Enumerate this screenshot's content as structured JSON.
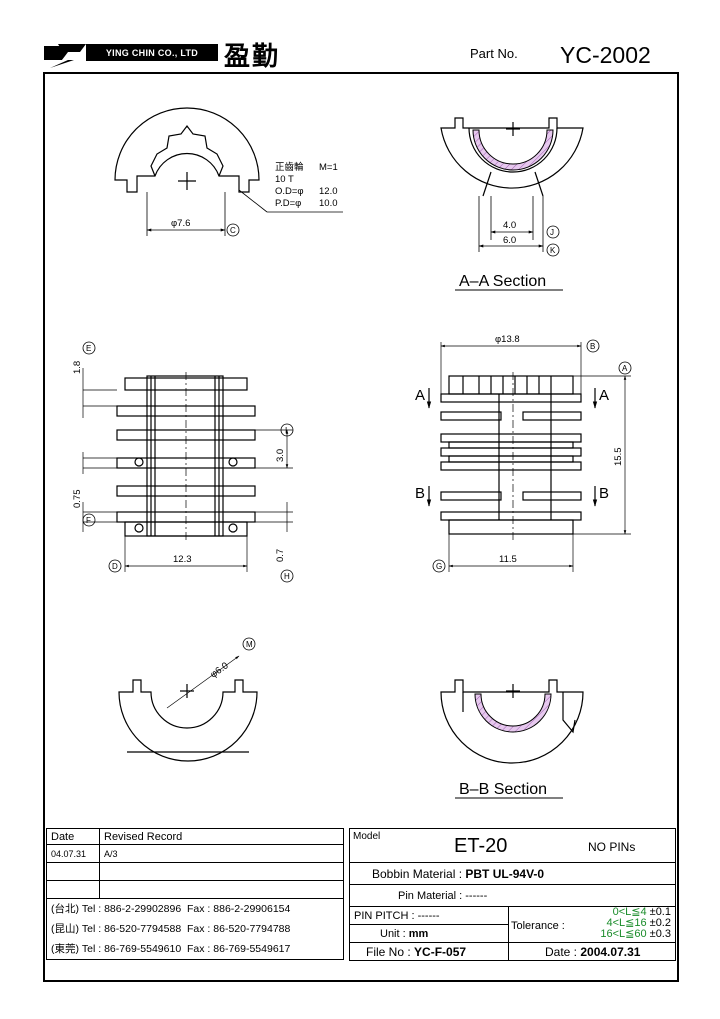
{
  "header": {
    "company_en": "YING CHIN CO., LTD",
    "company_cn": "盈勤",
    "part_no_label": "Part No.",
    "part_no": "YC-2002"
  },
  "views": {
    "top": {
      "gear_title": "正齒輪",
      "module": "M=1",
      "teeth": "10  T",
      "od_label": "O.D=φ",
      "od_value": "12.0",
      "pd_label": "P.D=φ",
      "pd_value": "10.0",
      "dim_c": "φ7.6",
      "mark_c": "C"
    },
    "section_a": {
      "dim_j": "4.0",
      "dim_k": "6.0",
      "mark_j": "J",
      "mark_k": "K",
      "title": "A–A  Section"
    },
    "front": {
      "dim_e": "1.8",
      "dim_f": "0.75",
      "dim_i": "3.0",
      "dim_h": "0.7",
      "dim_d": "12.3",
      "mark_e": "E",
      "mark_f": "F",
      "mark_i": "I",
      "mark_h": "H",
      "mark_d": "D"
    },
    "side": {
      "dim_b": "φ13.8",
      "dim_a": "15.5",
      "dim_g": "11.5",
      "mark_b": "B",
      "mark_a": "A",
      "mark_g": "G",
      "cut_a": "A",
      "cut_b": "B"
    },
    "bottom": {
      "dim_m": "φ6.0",
      "mark_m": "M"
    },
    "section_b": {
      "title": "B–B  Section"
    }
  },
  "revision": {
    "date_header": "Date",
    "record_header": "Revised  Record",
    "rows": [
      {
        "date": "04.07.31",
        "record": "A/3"
      },
      {
        "date": "",
        "record": ""
      },
      {
        "date": "",
        "record": ""
      }
    ],
    "contacts": [
      {
        "city": "(台北)",
        "tel": "Tel : 886-2-29902896",
        "fax": "Fax : 886-2-29906154"
      },
      {
        "city": "(昆山)",
        "tel": "Tel : 86-520-7794588",
        "fax": "Fax : 86-520-7794788"
      },
      {
        "city": "(東莞)",
        "tel": "Tel : 86-769-5549610",
        "fax": "Fax : 86-769-5549617"
      }
    ]
  },
  "spec": {
    "model_label": "Model",
    "model": "ET-20",
    "pins": "NO PINs",
    "bobbin_label": "Bobbin  Material :",
    "bobbin": "PBT UL-94V-0",
    "pin_mat_label": "Pin  Material :",
    "pin_mat": "------",
    "pitch_label": "PIN  PITCH :",
    "pitch": "------",
    "tolerance_label": "Tolerance :",
    "tol1_range": "0<L≦4",
    "tol1": "±0.1",
    "tol2_range": "4<L≦16",
    "tol2": "±0.2",
    "tol3_range": "16<L≦60",
    "tol3": "±0.3",
    "unit_label": "Unit :",
    "unit": "mm",
    "file_label": "File  No :",
    "file": "YC-F-057",
    "date_label": "Date :",
    "date": "2004.07.31"
  }
}
